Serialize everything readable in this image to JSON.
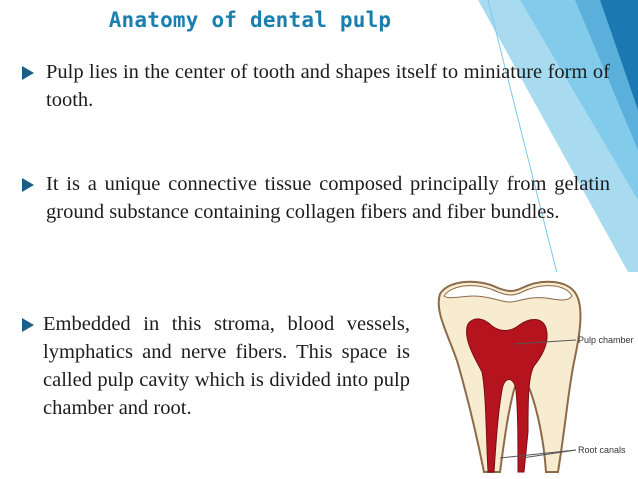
{
  "slide": {
    "title": "Anatomy of dental pulp",
    "bullets": [
      "Pulp lies in the center of tooth and shapes itself to miniature form of tooth.",
      "It is a unique connective tissue composed principally from gelatin ground substance containing collagen fibers and fiber bundles.",
      "Embedded in this stroma, blood vessels, lymphatics and nerve fibers. This space is called pulp cavity which is divided  into pulp chamber and root."
    ]
  },
  "diagram": {
    "labels": {
      "pulp_chamber": "Pulp chamber",
      "root_canals": "Root canals"
    }
  },
  "colors": {
    "title": "#1a7fae",
    "bullet_arrow": "#1b5f88",
    "accent_light": "#9fd6ee",
    "accent_dark": "#1b78b0",
    "pulp": "#b5141f",
    "dentin": "#f8ecd0"
  }
}
